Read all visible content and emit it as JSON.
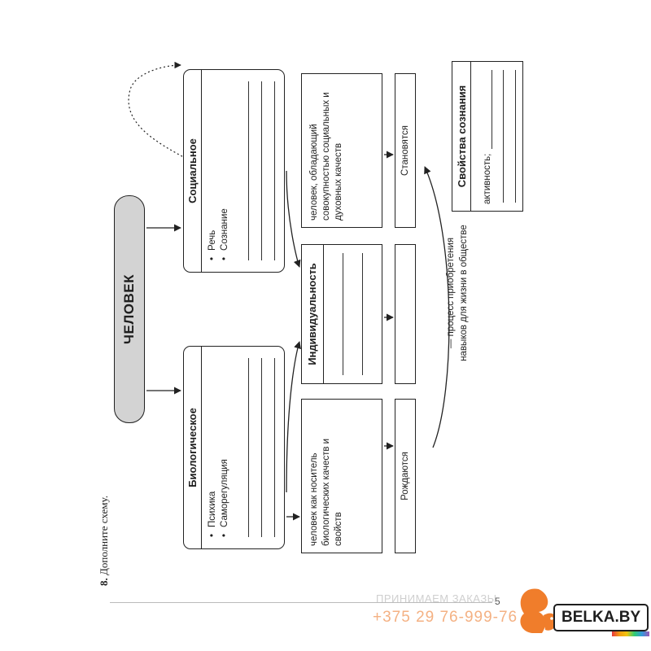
{
  "task": {
    "number": "8.",
    "text": "Дополните схему."
  },
  "page_marker": "5",
  "diagram": {
    "center": "ЧЕЛОВЕК",
    "biological": {
      "title": "Биологическое",
      "items": [
        "Психика",
        "Саморегуляция"
      ]
    },
    "social": {
      "title": "Социальное",
      "items": [
        "Речь",
        "Сознание"
      ]
    },
    "middle_left": "человек как носитель биологических качеств и свойств",
    "middle_center": "Индивидуальность",
    "middle_right": "человек, обладающий совокупностью социальных и духовных качеств",
    "bottom_left": "Рождаются",
    "bottom_right": "Становятся",
    "process_line1": "— процесс приобретения",
    "process_line2": "навыков для жизни в обществе",
    "consciousness": {
      "title": "Свойства сознания",
      "first_item": "активность;"
    }
  },
  "watermark": {
    "line1": "ПРИНИМАЕМ ЗАКАЗЫ",
    "line2": "+375 29 76-999-76",
    "brand": "BELKA.BY",
    "brand_color": "#f07d2b"
  }
}
